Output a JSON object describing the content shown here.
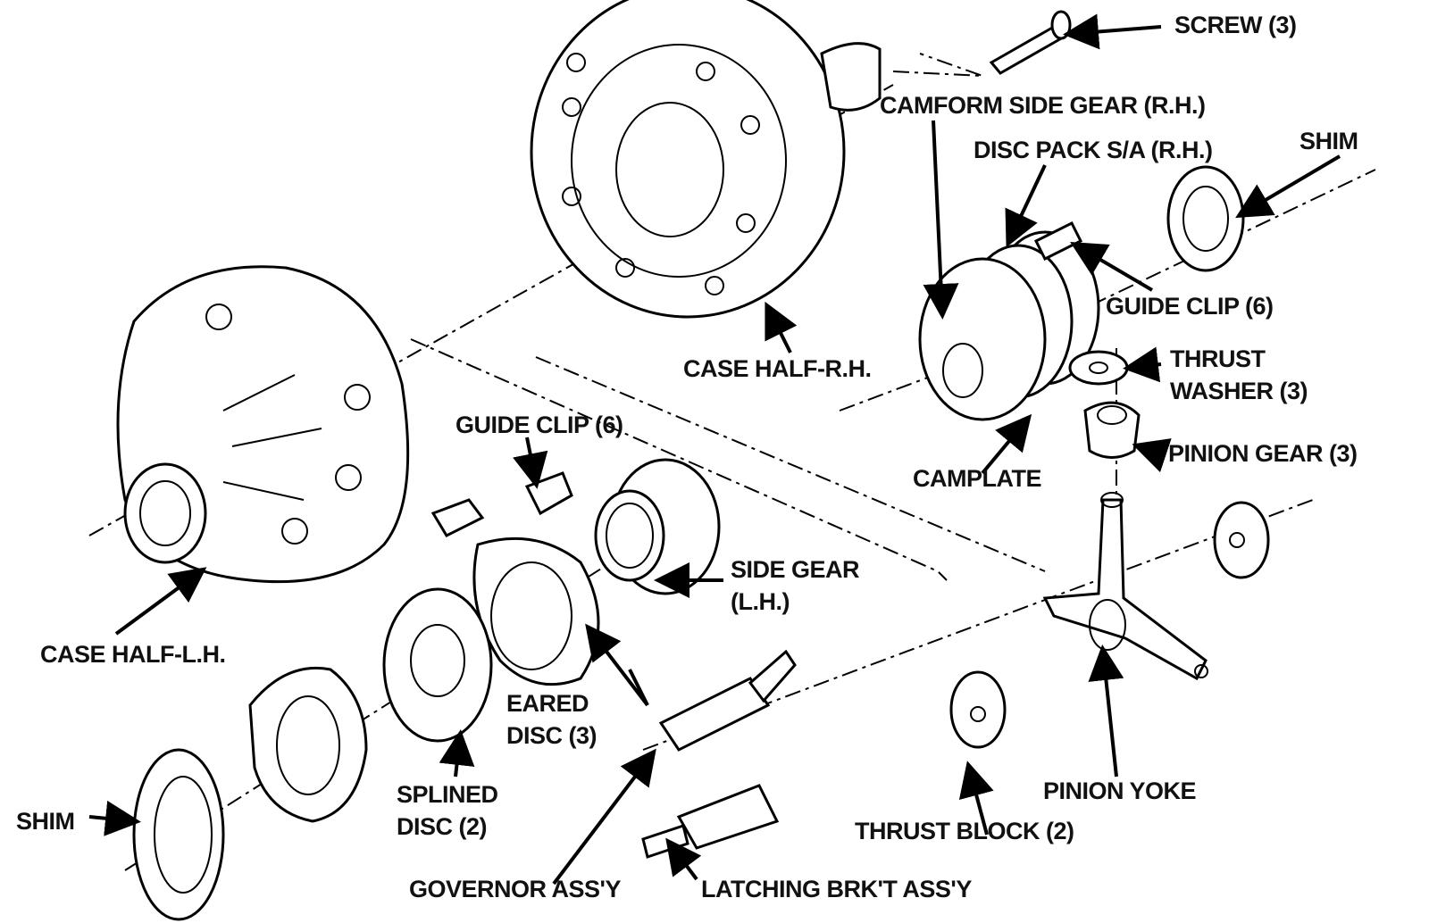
{
  "title": "Limited-slip differential exploded view",
  "labels": {
    "screw": "SCREW (3)",
    "camform_side_gear": "CAMFORM SIDE GEAR (R.H.)",
    "disc_pack": "DISC PACK S/A (R.H.)",
    "shim_rh": "SHIM",
    "guide_clip_rh": "GUIDE CLIP (6)",
    "case_half_rh": "CASE HALF-R.H.",
    "thrust_washer": "THRUST\nWASHER (3)",
    "camplate": "CAMPLATE",
    "pinion_gear": "PINION GEAR (3)",
    "guide_clip_lh": "GUIDE CLIP (6)",
    "side_gear_lh": "SIDE GEAR\n(L.H.)",
    "case_half_lh": "CASE HALF-L.H.",
    "eared_disc": "EARED\nDISC (3)",
    "splined_disc": "SPLINED\nDISC (2)",
    "shim_lh": "SHIM",
    "governor": "GOVERNOR ASS'Y",
    "latching_bracket": "LATCHING BRK'T ASS'Y",
    "thrust_block": "THRUST BLOCK (2)",
    "pinion_yoke": "PINION YOKE"
  }
}
